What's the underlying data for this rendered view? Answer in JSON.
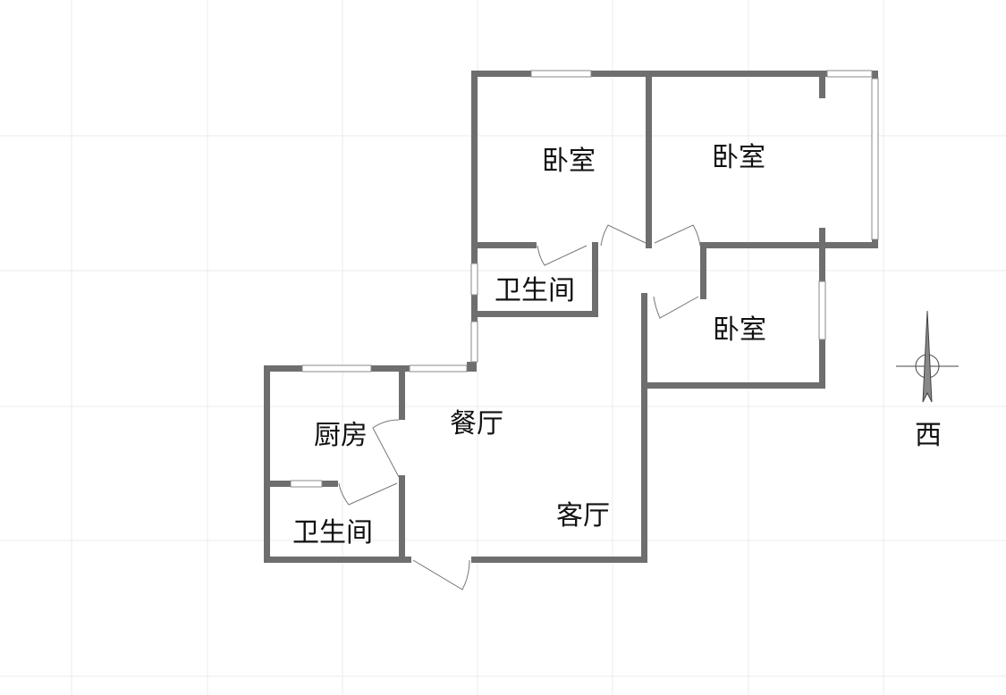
{
  "rooms": {
    "bedroom_1": "卧室",
    "bedroom_2": "卧室",
    "bathroom_1": "卫生间",
    "bedroom_3": "卧室",
    "kitchen": "厨房",
    "dining": "餐厅",
    "living": "客厅",
    "bathroom_2": "卫生间"
  },
  "compass": {
    "direction_label": "西"
  },
  "colors": {
    "wall": "#6e6e6e",
    "grid": "#e8e8e8",
    "window": "#999999"
  }
}
